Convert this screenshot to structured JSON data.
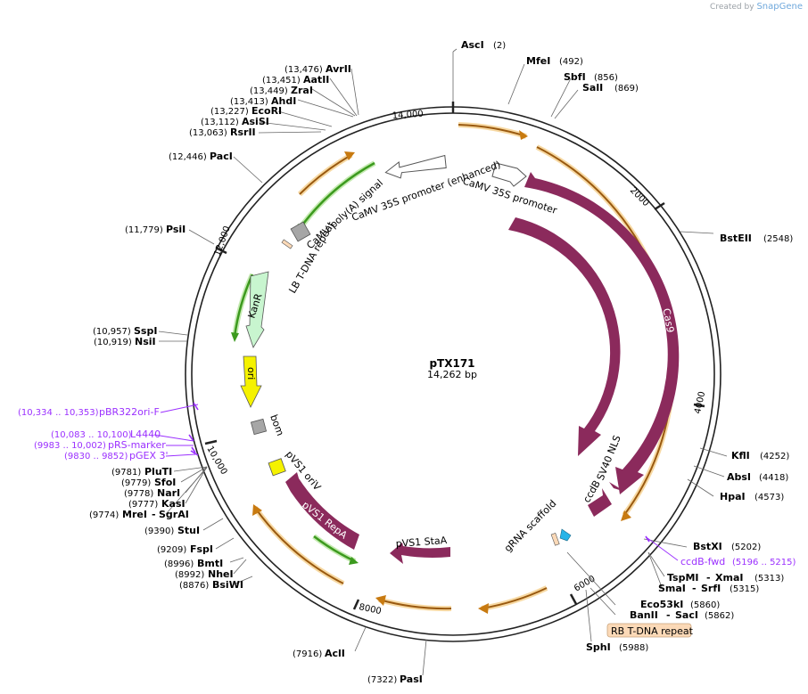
{
  "credit": {
    "prefix": "Created by",
    "brand": "SnapGene"
  },
  "plasmid": {
    "name": "pTX171",
    "size_label": "14,262 bp"
  },
  "ticks": [
    "2000",
    "4000",
    "6000",
    "8000",
    "10,000",
    "12,000",
    "14,000"
  ],
  "features": {
    "cas9_outer": "Cas9",
    "cas9_inner": "Cas9",
    "camv35s": "CaMV 35S promoter",
    "camv35s_enh": "CaMV 35S promoter (enhanced)",
    "camv_polya": "CaMV poly(A) signal",
    "lb_repeat": "LB T-DNA repeat",
    "kanr": "KanR",
    "ori": "ori",
    "bom": "bom",
    "pvs1_oriv": "pVS1 oriV",
    "pvs1_repa": "pVS1 RepA",
    "pvs1_staa": "pVS1 StaA",
    "grna": "gRNA scaffold",
    "ccdb": "ccdB",
    "sv40": "SV40 NLS",
    "rb_repeat": "RB T-DNA repeat"
  },
  "enzymes": {
    "asci": {
      "name": "AscI",
      "pos": "(2)"
    },
    "mfei": {
      "name": "MfeI",
      "pos": "(492)"
    },
    "sbfi": {
      "name": "SbfI",
      "pos": "(856)"
    },
    "sali": {
      "name": "SalI",
      "pos": "(869)"
    },
    "bsteii": {
      "name": "BstEII",
      "pos": "(2548)"
    },
    "kfli": {
      "name": "KflI",
      "pos": "(4252)"
    },
    "absi": {
      "name": "AbsI",
      "pos": "(4418)"
    },
    "hpai": {
      "name": "HpaI",
      "pos": "(4573)"
    },
    "bstxi": {
      "name": "BstXI",
      "pos": "(5202)"
    },
    "tspmi": {
      "name": "TspMI",
      "sep": "-",
      "name2": "XmaI",
      "pos": "(5313)"
    },
    "smai": {
      "name": "SmaI",
      "sep": "-",
      "name2": "SrfI",
      "pos": "(5315)"
    },
    "eco53ki": {
      "name": "Eco53kI",
      "pos": "(5860)"
    },
    "banii": {
      "name": "BanII",
      "sep": "-",
      "name2": "SacI",
      "pos": "(5862)"
    },
    "sphi": {
      "name": "SphI",
      "pos": "(5988)"
    },
    "pasi": {
      "name": "PasI",
      "pos": "(7322)"
    },
    "acli": {
      "name": "AclI",
      "pos": "(7916)"
    },
    "bsiwi": {
      "name": "BsiWI",
      "pos": "(8876)"
    },
    "nhei": {
      "name": "NheI",
      "pos": "(8992)"
    },
    "bmti": {
      "name": "BmtI",
      "pos": "(8996)"
    },
    "fspi": {
      "name": "FspI",
      "pos": "(9209)"
    },
    "stui": {
      "name": "StuI",
      "pos": "(9390)"
    },
    "mrei": {
      "name": "MreI",
      "sep": "-",
      "name2": "SgrAI",
      "pos": "(9774)"
    },
    "kasi": {
      "name": "KasI",
      "pos": "(9777)"
    },
    "nari": {
      "name": "NarI",
      "pos": "(9778)"
    },
    "sfoi": {
      "name": "SfoI",
      "pos": "(9779)"
    },
    "pluti": {
      "name": "PluTI",
      "pos": "(9781)"
    },
    "nsii": {
      "name": "NsiI",
      "pos": "(10,919)"
    },
    "sspi": {
      "name": "SspI",
      "pos": "(10,957)"
    },
    "psii": {
      "name": "PsiI",
      "pos": "(11,779)"
    },
    "paci": {
      "name": "PacI",
      "pos": "(12,446)"
    },
    "rsrii": {
      "name": "RsrII",
      "pos": "(13,063)"
    },
    "asisi": {
      "name": "AsiSI",
      "pos": "(13,112)"
    },
    "ecori": {
      "name": "EcoRI",
      "pos": "(13,227)"
    },
    "ahdi": {
      "name": "AhdI",
      "pos": "(13,413)"
    },
    "zrai": {
      "name": "ZraI",
      "pos": "(13,449)"
    },
    "aatii": {
      "name": "AatII",
      "pos": "(13,451)"
    },
    "avrii": {
      "name": "AvrII",
      "pos": "(13,476)"
    }
  },
  "primers": {
    "ccdb_fwd": {
      "name": "ccdB-fwd",
      "pos": "(5196 .. 5215)"
    },
    "pbr322ori": {
      "name": "pBR322ori-F",
      "pos": "(10,334 .. 10,353)"
    },
    "l4440": {
      "name": "L4440",
      "pos": "(10,083 .. 10,100)"
    },
    "prs_marker": {
      "name": "pRS-marker",
      "pos": "(9983 .. 10,002)"
    },
    "pgex3": {
      "name": "pGEX 3'",
      "pos": "(9830 .. 9852)"
    }
  },
  "colors": {
    "backbone": "#222222",
    "cas9": "#8b2a5c",
    "orange_feature": "#f0a030",
    "green_feature": "#3c9a1e",
    "kanr": "#c8f5cf",
    "ori": "#f5f200",
    "bom": "#a6a6a6",
    "oriv": "#f5f200",
    "grna": "#27b4e8",
    "primer": "#9b30ff",
    "rb_box": "#fbd9b7"
  }
}
